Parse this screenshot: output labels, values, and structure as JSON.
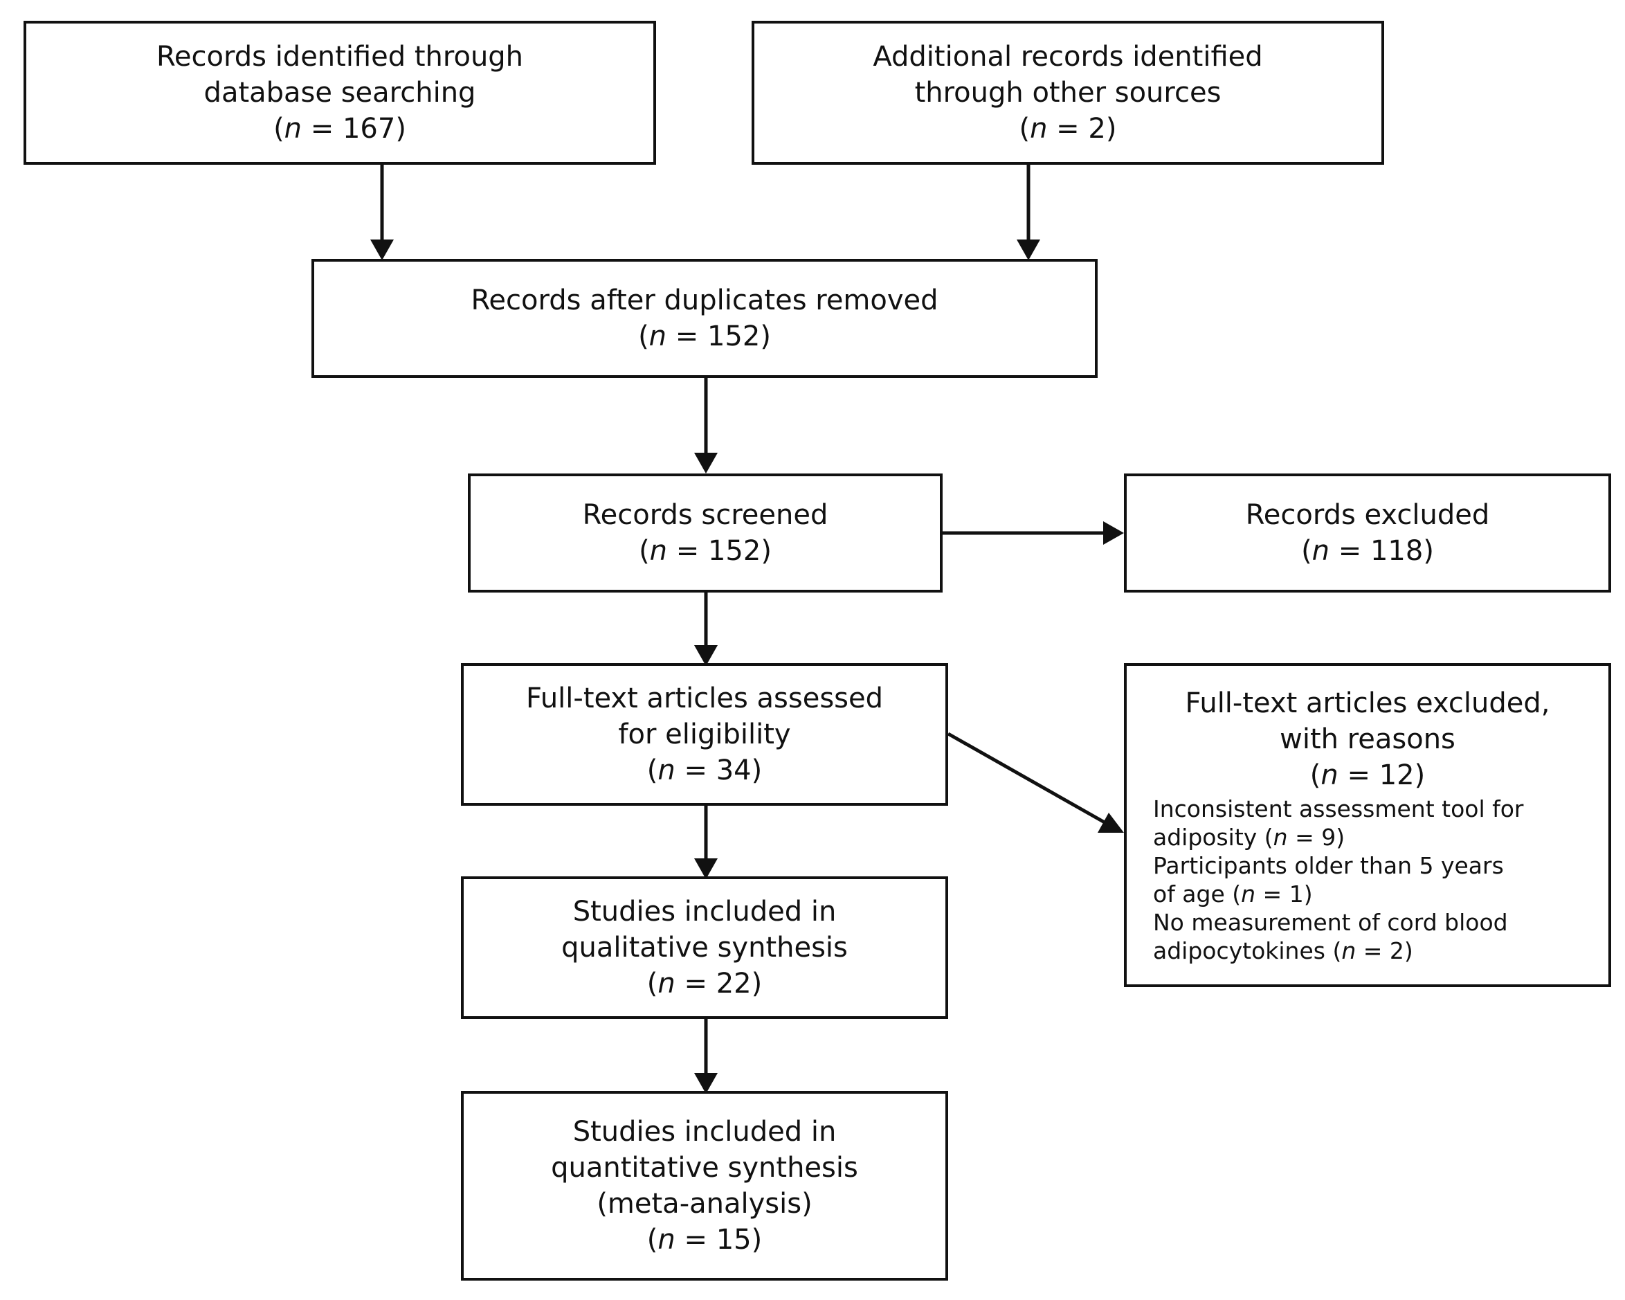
{
  "diagram": {
    "identified_db": {
      "line1": "Records identified through",
      "line2": "database searching",
      "n_var": "n",
      "n_rest": " = 167"
    },
    "identified_other": {
      "line1": "Additional records identified",
      "line2": "through other sources",
      "n_var": "n",
      "n_rest": " = 2"
    },
    "after_duplicates": {
      "line1": "Records after duplicates removed",
      "n_var": "n",
      "n_rest": " = 152"
    },
    "screened": {
      "line1": "Records screened",
      "n_var": "n",
      "n_rest": " = 152"
    },
    "excluded": {
      "line1": "Records excluded",
      "n_var": "n",
      "n_rest": " = 118"
    },
    "assessed": {
      "line1": "Full-text articles assessed",
      "line2": "for eligibility",
      "n_var": "n",
      "n_rest": " = 34"
    },
    "excluded_fulltext": {
      "line1": "Full-text articles excluded,",
      "line2": "with reasons",
      "n_var": "n",
      "n_rest": " = 12",
      "reasons": [
        {
          "line1": "Inconsistent assessment tool for",
          "line2_pre": "adiposity (",
          "n_var": "n",
          "n_rest": " = 9)"
        },
        {
          "line1": "Participants older than 5 years",
          "line2_pre": "of age (",
          "n_var": "n",
          "n_rest": " = 1)"
        },
        {
          "line1": "No measurement of cord blood",
          "line2_pre": "adipocytokines (",
          "n_var": "n",
          "n_rest": " = 2)"
        }
      ]
    },
    "qualitative": {
      "line1": "Studies included in",
      "line2": "qualitative synthesis",
      "n_var": "n",
      "n_rest": " = 22"
    },
    "quantitative": {
      "line1": "Studies included in",
      "line2": "quantitative synthesis",
      "line3": "(meta-analysis)",
      "n_var": "n",
      "n_rest": " = 15"
    },
    "line_color": "#111111"
  }
}
